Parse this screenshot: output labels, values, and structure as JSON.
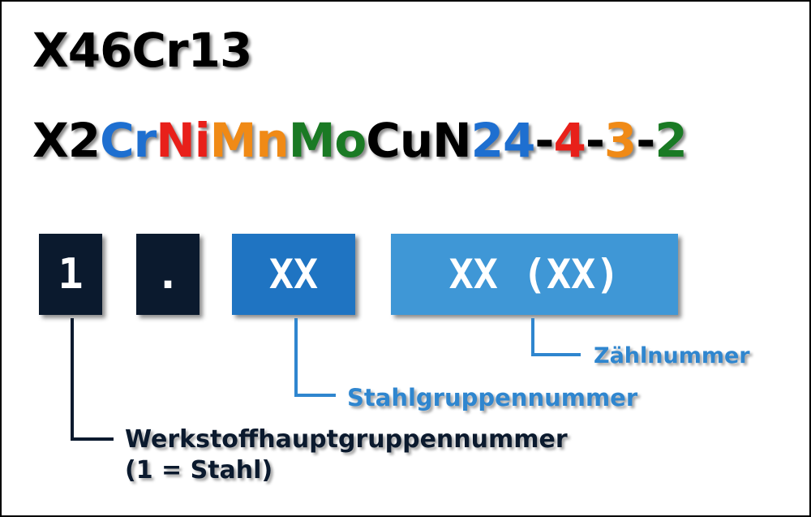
{
  "colors": {
    "black": "#000000",
    "blue": "#1e6fd0",
    "red": "#e8201a",
    "orange": "#f08a16",
    "green": "#1a7a24",
    "box_dark": "#0b1a2e",
    "box_mid": "#1f74c2",
    "box_light": "#3f97d6",
    "label_dark": "#0b1a2e",
    "label_blue": "#2f86cf"
  },
  "formula1": {
    "text": "X46Cr13"
  },
  "formula2": {
    "segments": [
      {
        "text": "X2",
        "color": "#000000"
      },
      {
        "text": "Cr",
        "color": "#1e6fd0"
      },
      {
        "text": "Ni",
        "color": "#e8201a"
      },
      {
        "text": "Mn",
        "color": "#f08a16"
      },
      {
        "text": "Mo",
        "color": "#1a7a24"
      },
      {
        "text": "CuN",
        "color": "#000000"
      },
      {
        "text": "24",
        "color": "#1e6fd0"
      },
      {
        "text": "-",
        "color": "#000000"
      },
      {
        "text": "4",
        "color": "#e8201a"
      },
      {
        "text": "-",
        "color": "#000000"
      },
      {
        "text": "3",
        "color": "#f08a16"
      },
      {
        "text": "-",
        "color": "#000000"
      },
      {
        "text": "2",
        "color": "#1a7a24"
      }
    ]
  },
  "number_scheme": {
    "box1": "1",
    "box2": ".",
    "box3": "XX",
    "box4": "XX (XX)"
  },
  "labels": {
    "zaehlnummer": "Zählnummer",
    "stahlgruppennummer": "Stahlgruppennummer",
    "werkstoffhauptgruppennummer": "Werkstoffhauptgruppennummer",
    "stahl_note": "(1 = Stahl)"
  }
}
